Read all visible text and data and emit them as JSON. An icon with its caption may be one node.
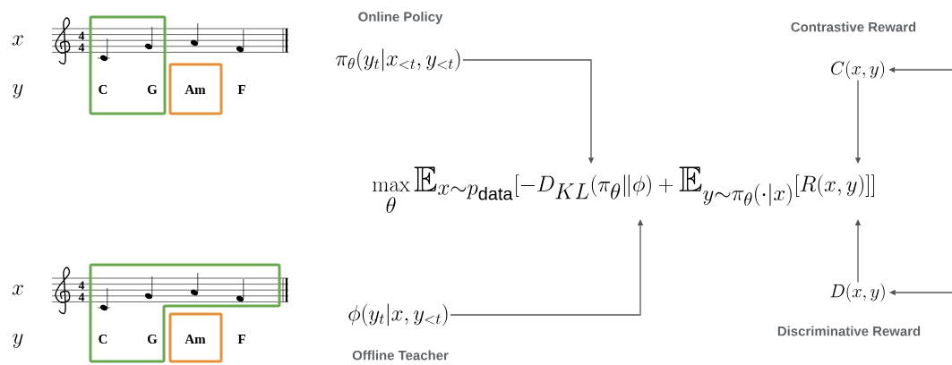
{
  "diagram": {
    "nodes": [
      {
        "text": [
          "Online Policy",
          "\\pi_\\theta(y_t|x_{<t}, y_{<t})"
        ]
      },
      {
        "text": [
          "\\phi(y_t|x, y_{<t})",
          "Offline Teacher"
        ]
      },
      {
        "text": [
          "\\max_\\theta \\mathbb{E}_{x\\sim p_{\\text{data}}}[-D_{KL}(\\pi_\\theta\\|\\phi)+\\mathbb{E}_{y\\sim\\pi_\\theta(\\cdot|x)}[R(x,y)]]"
        ]
      },
      {
        "text": [
          "Contrastive Reward",
          "C(x,y)"
        ]
      },
      {
        "text": [
          "D(x,y)",
          "Discriminative Reward"
        ]
      },
      {
        "text": [
          "C",
          "G"
        ]
      },
      {
        "text": [
          "Am"
        ]
      },
      {
        "text": [
          "C",
          "G"
        ]
      },
      {
        "text": [
          "Am"
        ]
      }
    ],
    "edges": [
      {
        "from": 0,
        "to": 2,
        "arrow": "to"
      },
      {
        "from": 1,
        "to": 2,
        "arrow": "to"
      },
      {
        "from": 3,
        "to": 2,
        "arrow": "to"
      },
      {
        "from": 4,
        "to": 2,
        "arrow": "to"
      },
      {
        "from": null,
        "to": 3,
        "arrow": "to"
      },
      {
        "from": null,
        "to": 4,
        "arrow": "to"
      }
    ],
    "labels": [
      "x",
      "4",
      "4",
      "y",
      "F",
      "x",
      "4",
      "4",
      "y",
      "F"
    ]
  }
}
